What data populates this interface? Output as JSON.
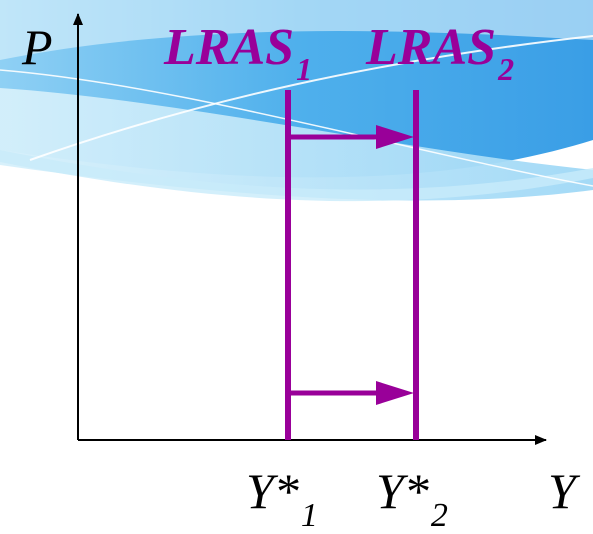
{
  "diagram": {
    "axes": {
      "y_label": "P",
      "x_label": "Y"
    },
    "curves": [
      {
        "label_main": "LRAS",
        "label_sub": "1"
      },
      {
        "label_main": "LRAS",
        "label_sub": "2"
      }
    ],
    "ticks": [
      {
        "label_main": "Y*",
        "label_sub": "1"
      },
      {
        "label_main": "Y*",
        "label_sub": "2"
      }
    ],
    "shift_arrows": 2,
    "colors": {
      "curve": "#990099",
      "axis": "#000000",
      "banner_dark": "#5ab4ec",
      "banner_light": "#a8dcf6"
    }
  }
}
